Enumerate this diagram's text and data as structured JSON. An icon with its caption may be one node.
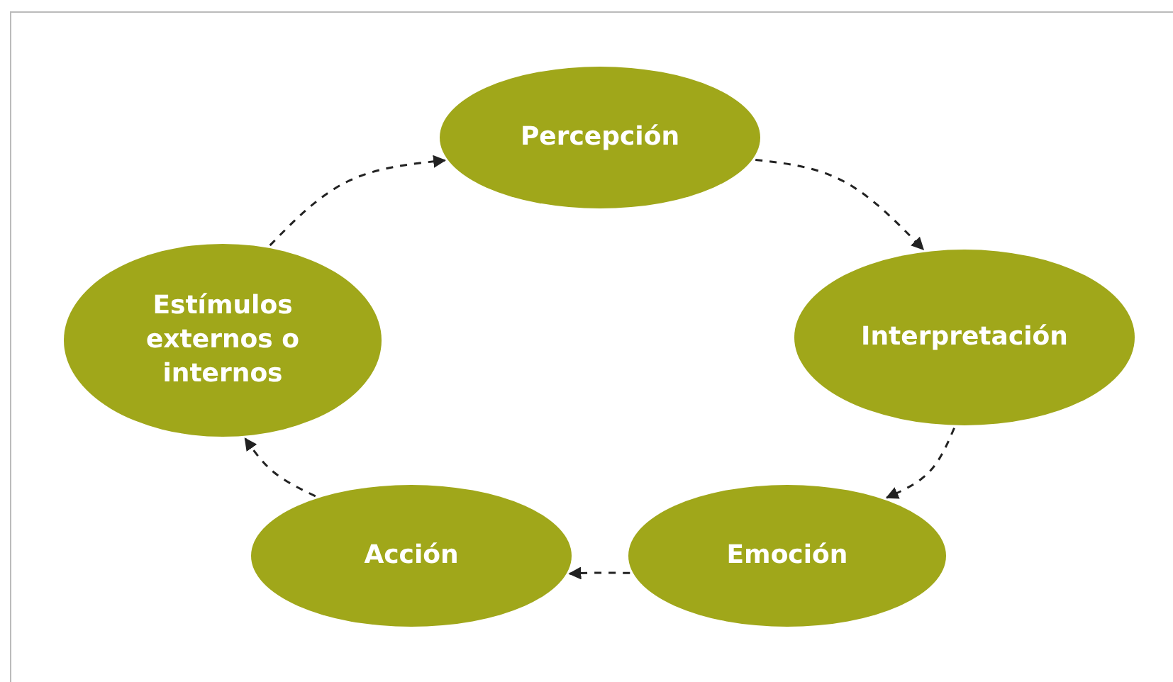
{
  "diagram": {
    "nodes": [
      {
        "text": [
          "Percepción"
        ]
      },
      {
        "text": [
          "Interpretación"
        ]
      },
      {
        "text": [
          "Emoción"
        ]
      },
      {
        "text": [
          "Acción"
        ]
      },
      {
        "text": [
          "Estímulos externos o internos"
        ]
      }
    ],
    "edges": [
      {
        "from": 0,
        "to": 1,
        "arrow": "to",
        "style": "dashed"
      },
      {
        "from": 1,
        "to": 2,
        "arrow": "to",
        "style": "dashed"
      },
      {
        "from": 2,
        "to": 3,
        "arrow": "to",
        "style": "dashed"
      },
      {
        "from": 3,
        "to": 4,
        "arrow": "to",
        "style": "dashed"
      },
      {
        "from": 4,
        "to": 0,
        "arrow": "to",
        "style": "dashed"
      }
    ]
  }
}
